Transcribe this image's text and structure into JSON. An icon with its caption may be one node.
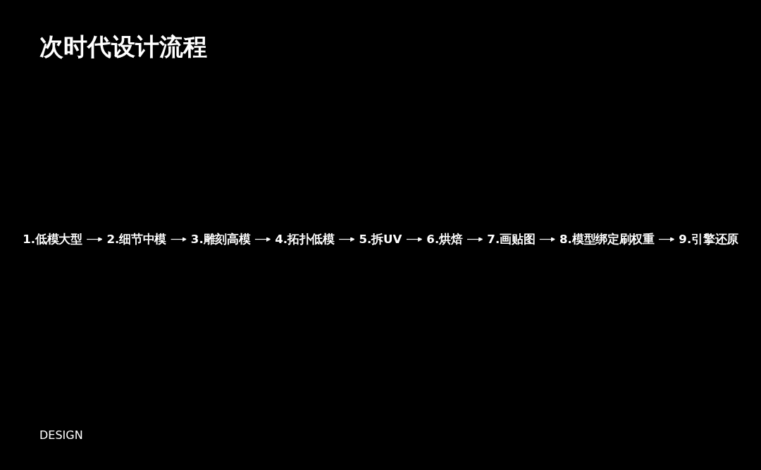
{
  "diagram": {
    "title": "次时代设计流程",
    "nodes": [
      {
        "text": [
          "1.低模大型"
        ]
      },
      {
        "text": [
          "2.细节中模"
        ]
      },
      {
        "text": [
          "3.雕刻高模"
        ]
      },
      {
        "text": [
          "4.拓扑低模"
        ]
      },
      {
        "text": [
          "5.拆UV"
        ]
      },
      {
        "text": [
          "6.烘焙"
        ]
      },
      {
        "text": [
          "7.画贴图"
        ]
      },
      {
        "text": [
          "8.模型绑定刷权重"
        ]
      },
      {
        "text": [
          "9.引擎还原"
        ]
      }
    ],
    "edges": [
      {
        "from": 0,
        "to": 1,
        "arrow": "to"
      },
      {
        "from": 1,
        "to": 2,
        "arrow": "to"
      },
      {
        "from": 2,
        "to": 3,
        "arrow": "to"
      },
      {
        "from": 3,
        "to": 4,
        "arrow": "to"
      },
      {
        "from": 4,
        "to": 5,
        "arrow": "to"
      },
      {
        "from": 5,
        "to": 6,
        "arrow": "to"
      },
      {
        "from": 6,
        "to": 7,
        "arrow": "to"
      },
      {
        "from": 7,
        "to": 8,
        "arrow": "to"
      }
    ],
    "labels": [
      "DESIGN"
    ]
  }
}
